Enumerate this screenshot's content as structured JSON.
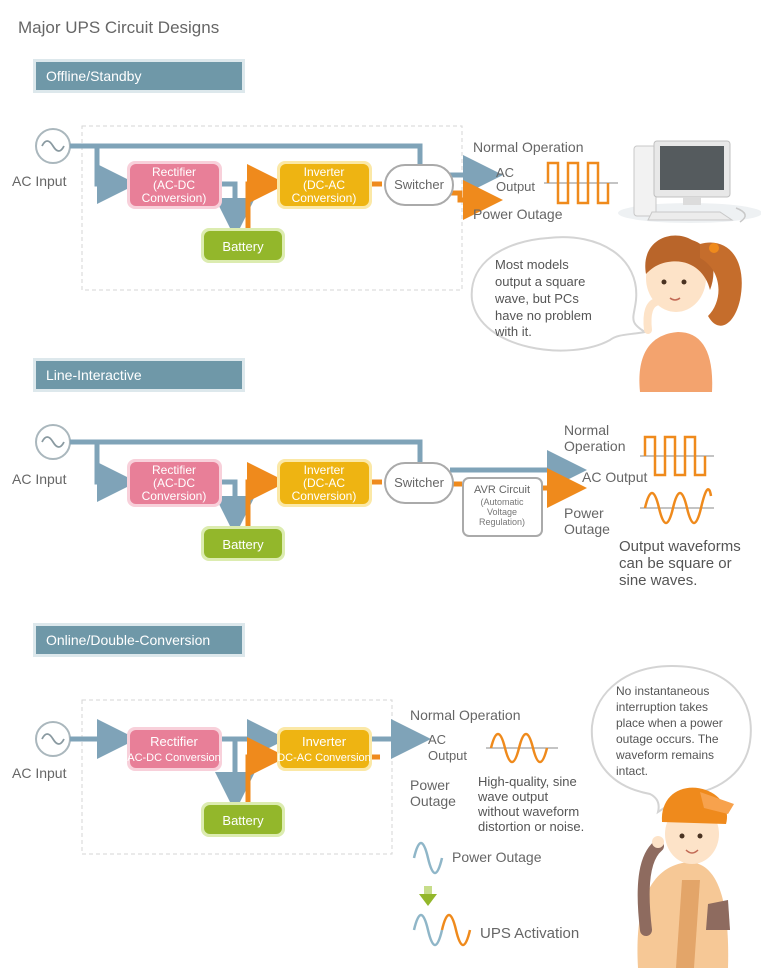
{
  "page_title": "Major UPS Circuit Designs",
  "colors": {
    "ac_line": "#7fa3b8",
    "battery_line": "#ef8a1c",
    "rectifier": "#e87f98",
    "inverter": "#eeb412",
    "battery": "#93b72b",
    "section_header": "#6f98a8",
    "wave_square": "#ef8a1c",
    "wave_clean": "#8fb6c8"
  },
  "sections": [
    {
      "title": "Offline/Standby",
      "ac_input": "AC Input",
      "rectifier": [
        "Rectifier",
        "(AC-DC",
        "Conversion)"
      ],
      "inverter": [
        "Inverter",
        "(DC-AC",
        "Conversion)"
      ],
      "battery": "Battery",
      "switcher": "Switcher",
      "normal_operation": "Normal Operation",
      "ac_output": [
        "AC",
        "Output"
      ],
      "power_outage": "Power Outage",
      "bubble": [
        "Most models",
        "output a square",
        "wave, but PCs",
        "have no problem",
        "with it."
      ]
    },
    {
      "title": "Line-Interactive",
      "ac_input": "AC Input",
      "rectifier": [
        "Rectifier",
        "(AC-DC",
        "Conversion)"
      ],
      "inverter": [
        "Inverter",
        "(DC-AC",
        "Conversion)"
      ],
      "battery": "Battery",
      "switcher": "Switcher",
      "avr": [
        "AVR Circuit",
        "(Automatic",
        "Voltage",
        "Regulation)"
      ],
      "normal_operation": [
        "Normal",
        "Operation"
      ],
      "ac_output": "AC Output",
      "power_outage": [
        "Power",
        "Outage"
      ],
      "note": [
        "Output waveforms",
        "can be square or",
        "sine waves."
      ]
    },
    {
      "title": "Online/Double-Conversion",
      "ac_input": "AC Input",
      "rectifier": [
        "Rectifier",
        "AC-DC Conversion"
      ],
      "inverter": [
        "Inverter",
        "DC-AC Conversion"
      ],
      "battery": "Battery",
      "normal_operation": "Normal Operation",
      "ac_output": [
        "AC",
        "Output"
      ],
      "power_outage": [
        "Power",
        "Outage"
      ],
      "note": [
        "High-quality, sine",
        "wave output",
        "without waveform",
        "distortion or noise."
      ],
      "wave_power_outage": "Power Outage",
      "wave_ups_activation": "UPS Activation",
      "bubble": [
        "No instantaneous",
        "interruption takes",
        "place when a power",
        "outage occurs. The",
        "waveform remains",
        "intact."
      ]
    }
  ]
}
